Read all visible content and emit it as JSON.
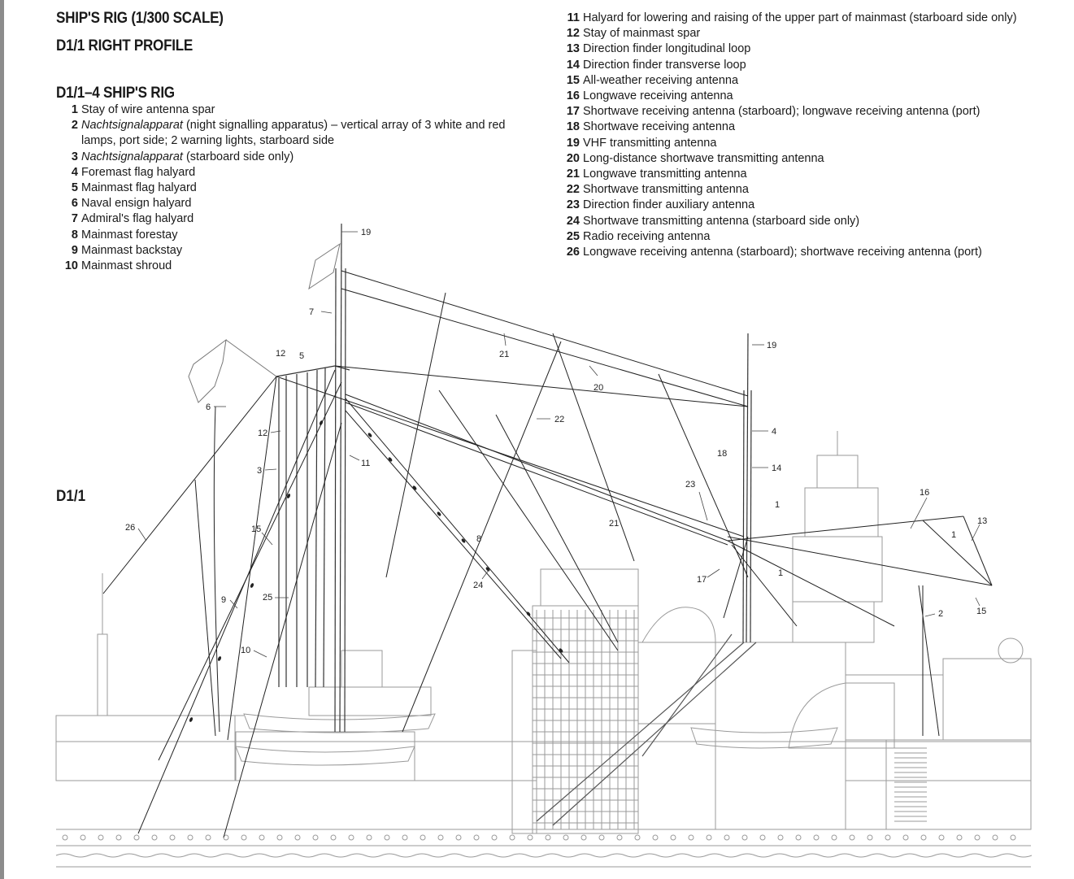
{
  "header": {
    "title": "SHIP'S RIG (1/300 SCALE)",
    "subtitle": "D1/1 RIGHT PROFILE",
    "section_title": "D1/1–4 SHIP'S RIG",
    "drawing_label": "D1/1"
  },
  "legend_left": [
    {
      "num": "1",
      "text": "Stay of wire antenna spar"
    },
    {
      "num": "2",
      "text_italic": "Nachtsignalapparat",
      "text": " (night signalling apparatus) – vertical array of 3 white and red lamps, port side; 2 warning lights, starboard side"
    },
    {
      "num": "3",
      "text_italic": "Nachtsignalapparat",
      "text": " (starboard side only)"
    },
    {
      "num": "4",
      "text": "Foremast flag halyard"
    },
    {
      "num": "5",
      "text": "Mainmast flag halyard"
    },
    {
      "num": "6",
      "text": "Naval ensign halyard"
    },
    {
      "num": "7",
      "text": "Admiral's flag halyard"
    },
    {
      "num": "8",
      "text": "Mainmast forestay"
    },
    {
      "num": "9",
      "text": "Mainmast backstay"
    },
    {
      "num": "10",
      "text": "Mainmast shroud"
    }
  ],
  "legend_right": [
    {
      "num": "11",
      "text": "Halyard for lowering and raising of the upper part of mainmast (starboard side only)"
    },
    {
      "num": "12",
      "text": "Stay of mainmast spar"
    },
    {
      "num": "13",
      "text": "Direction finder longitudinal loop"
    },
    {
      "num": "14",
      "text": "Direction finder transverse loop"
    },
    {
      "num": "15",
      "text": "All-weather receiving antenna"
    },
    {
      "num": "16",
      "text": "Longwave receiving antenna"
    },
    {
      "num": "17",
      "text": "Shortwave receiving antenna (starboard); longwave receiving antenna (port)"
    },
    {
      "num": "18",
      "text": "Shortwave receiving antenna"
    },
    {
      "num": "19",
      "text": "VHF transmitting antenna"
    },
    {
      "num": "20",
      "text": "Long-distance shortwave transmitting antenna"
    },
    {
      "num": "21",
      "text": "Longwave transmitting antenna"
    },
    {
      "num": "22",
      "text": "Shortwave transmitting antenna"
    },
    {
      "num": "23",
      "text": "Direction finder auxiliary antenna"
    },
    {
      "num": "24",
      "text": "Shortwave transmitting antenna (starboard side only)"
    },
    {
      "num": "25",
      "text": "Radio receiving antenna"
    },
    {
      "num": "26",
      "text": "Longwave receiving antenna (starboard); shortwave receiving antenna (port)"
    }
  ],
  "callouts": {
    "c19a": "19",
    "c7": "7",
    "c12a": "12",
    "c5": "5",
    "c21a": "21",
    "c20": "20",
    "c22": "22",
    "c19b": "19",
    "c6": "6",
    "c12b": "12",
    "c11": "11",
    "c3": "3",
    "c4": "4",
    "c18": "18",
    "c14": "14",
    "c23": "23",
    "c16": "16",
    "c1a": "1",
    "c13": "13",
    "c26": "26",
    "c15a": "15",
    "c8": "8",
    "c21b": "21",
    "c1b": "1",
    "c24": "24",
    "c17": "17",
    "c1c": "1",
    "c9": "9",
    "c25": "25",
    "c2": "2",
    "c15b": "15",
    "c10": "10"
  }
}
